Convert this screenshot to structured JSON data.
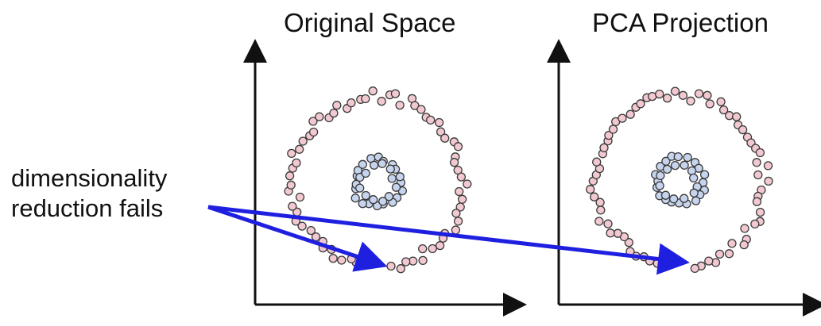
{
  "panels": {
    "left_title": "Original Space",
    "right_title": "PCA Projection"
  },
  "annotation": {
    "line1": "dimensionality",
    "line2": "reduction fails"
  },
  "colors": {
    "outer_ring": "#f2c9d0",
    "inner_ring": "#c6d4ee",
    "point_stroke": "#3a3a3a",
    "arrow": "#1f1fe0",
    "axis": "#111111"
  }
}
